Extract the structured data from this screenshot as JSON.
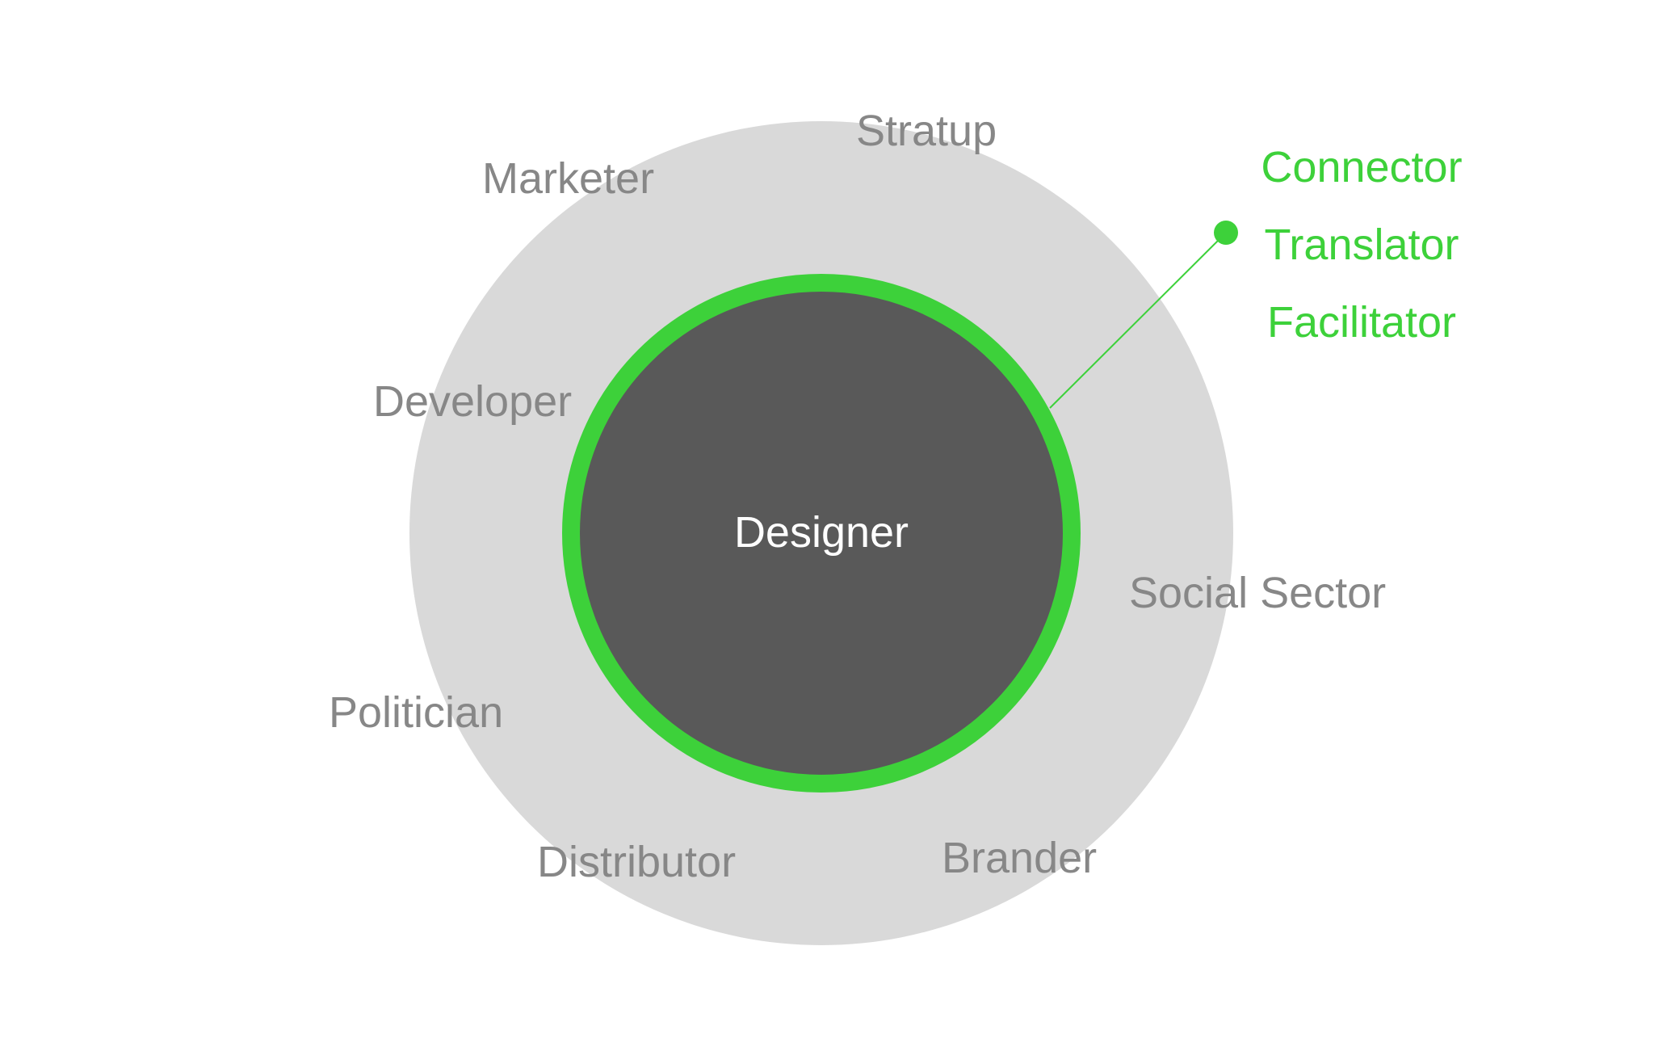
{
  "center": {
    "label": "Designer"
  },
  "outer_roles": [
    {
      "id": "stratup",
      "label": "Stratup"
    },
    {
      "id": "marketer",
      "label": "Marketer"
    },
    {
      "id": "developer",
      "label": "Developer"
    },
    {
      "id": "politician",
      "label": "Politician"
    },
    {
      "id": "distributor",
      "label": "Distributor"
    },
    {
      "id": "brander",
      "label": "Brander"
    },
    {
      "id": "social-sector",
      "label": "Social Sector"
    }
  ],
  "designer_roles": [
    {
      "id": "connector",
      "label": "Connector"
    },
    {
      "id": "translator",
      "label": "Translator"
    },
    {
      "id": "facilitator",
      "label": "Facilitator"
    }
  ],
  "colors": {
    "background": "#ffffff",
    "outer_circle": "#d9d9d9",
    "inner_circle": "#595959",
    "accent_green": "#3dd13a",
    "outer_text": "#878787",
    "center_text": "#ffffff"
  }
}
